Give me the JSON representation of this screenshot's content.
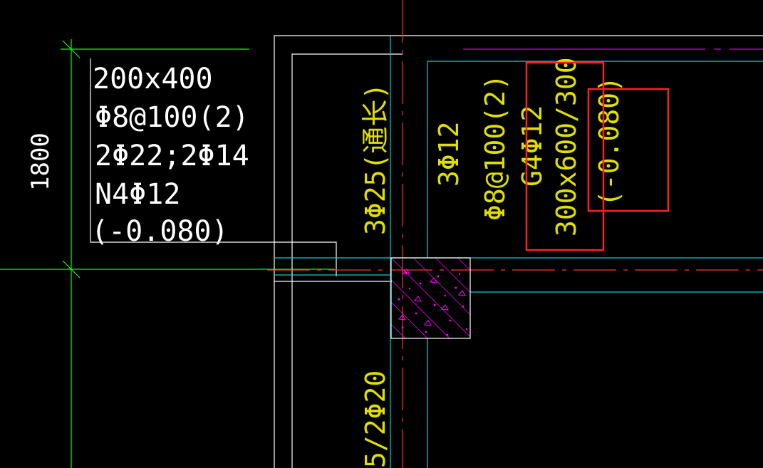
{
  "colors": {
    "background": "#000000",
    "white_line": "#ffffff",
    "green_line": "#00ff00",
    "cyan_line": "#00d0d0",
    "red_axis": "#ff3030",
    "magenta_hatch": "#ff00ff",
    "yellow_text": "#e0e000",
    "highlight_box": "#ff2020"
  },
  "dimension": {
    "value": "1800"
  },
  "beam_annotation": {
    "section": "200x400",
    "stirrup": "Φ8@100(2)",
    "main_bars": "2Φ22;2Φ14",
    "side_bars": "N4Φ12",
    "elevation": "(-0.080)"
  },
  "column_annotations": {
    "vertical_bars": "3Φ25(通长)",
    "lower_bars": "5/2Φ20"
  },
  "right_beam_annotation": {
    "top_bars": "3Φ12",
    "stirrup": "Φ8@100(2)",
    "side_bars": "G4Φ12",
    "section": "300x600/300",
    "elevation": "(-0.080)"
  }
}
